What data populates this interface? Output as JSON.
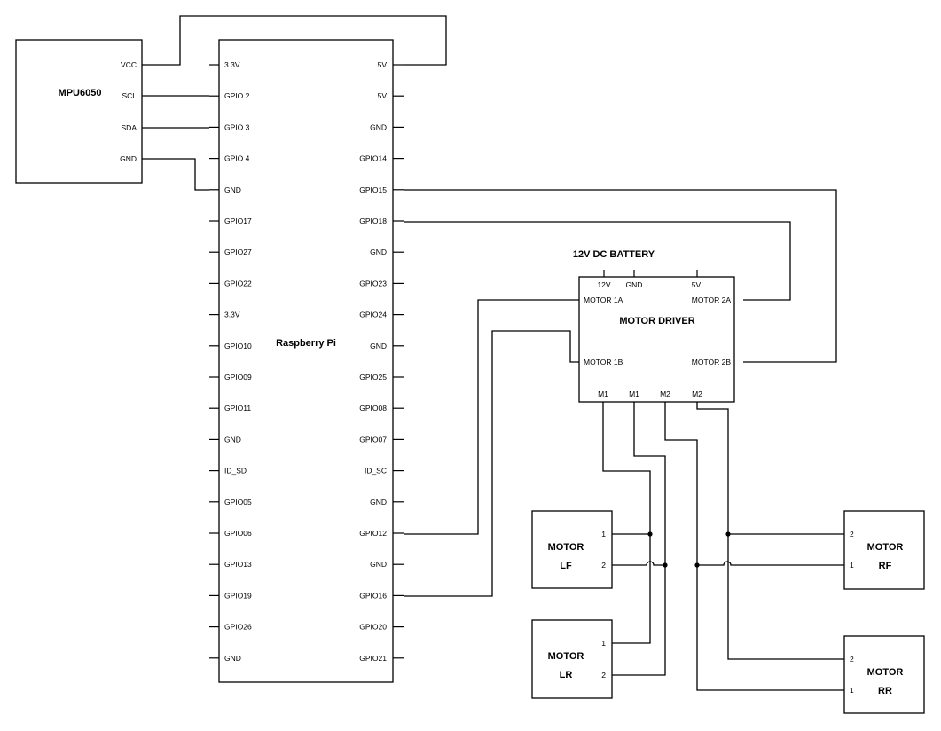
{
  "components": {
    "mpu": {
      "title": "MPU6050",
      "pins": [
        "VCC",
        "SCL",
        "SDA",
        "GND"
      ]
    },
    "pi": {
      "title": "Raspberry Pi",
      "left_pins": [
        "3.3V",
        "GPIO 2",
        "GPIO 3",
        "GPIO 4",
        "GND",
        "GPIO17",
        "GPIO27",
        "GPIO22",
        "3.3V",
        "GPIO10",
        "GPIO09",
        "GPIO11",
        "GND",
        "ID_SD",
        "GPIO05",
        "GPIO06",
        "GPIO13",
        "GPIO19",
        "GPIO26",
        "GND"
      ],
      "right_pins": [
        "5V",
        "5V",
        "GND",
        "GPIO14",
        "GPIO15",
        "GPIO18",
        "GND",
        "GPIO23",
        "GPIO24",
        "GND",
        "GPIO25",
        "GPIO08",
        "GPIO07",
        "ID_SC",
        "GND",
        "GPIO12",
        "GND",
        "GPIO16",
        "GPIO20",
        "GPIO21"
      ]
    },
    "battery": {
      "title": "12V DC BATTERY"
    },
    "driver": {
      "title": "MOTOR DRIVER",
      "top_pins": [
        "12V",
        "GND",
        "5V"
      ],
      "left_pins": [
        "MOTOR 1A",
        "MOTOR 1B"
      ],
      "right_pins": [
        "MOTOR 2A",
        "MOTOR 2B"
      ],
      "bottom_pins": [
        "M1",
        "M1",
        "M2",
        "M2"
      ]
    },
    "motor_lf": {
      "line1": "MOTOR",
      "line2": "LF",
      "pins": [
        "1",
        "2"
      ]
    },
    "motor_lr": {
      "line1": "MOTOR",
      "line2": "LR",
      "pins": [
        "1",
        "2"
      ]
    },
    "motor_rf": {
      "line1": "MOTOR",
      "line2": "RF",
      "pins": [
        "2",
        "1"
      ]
    },
    "motor_rr": {
      "line1": "MOTOR",
      "line2": "RR",
      "pins": [
        "2",
        "1"
      ]
    }
  }
}
